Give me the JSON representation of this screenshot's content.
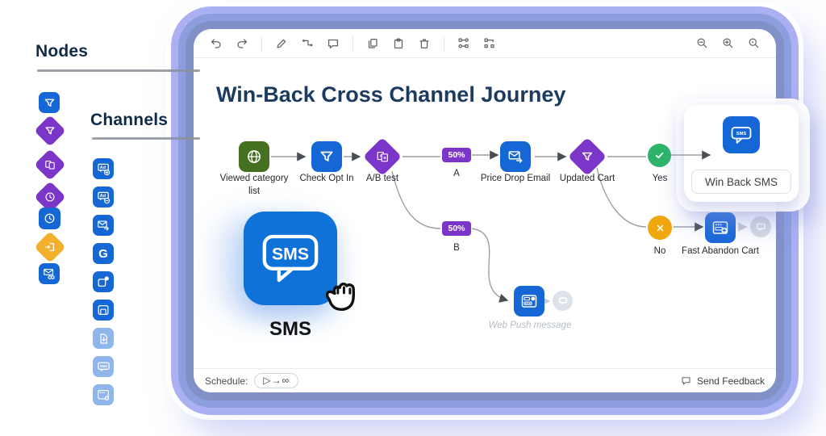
{
  "legend": {
    "nodes_label": "Nodes",
    "channels_label": "Channels"
  },
  "toolbar": {
    "icons": [
      "undo",
      "redo",
      "edit",
      "connector",
      "comment",
      "copy",
      "paste",
      "delete",
      "merge-branch",
      "split-branch"
    ],
    "zoom_icons": [
      "zoom-out",
      "zoom-in",
      "zoom-reset"
    ]
  },
  "canvas": {
    "title": "Win-Back Cross Channel Journey"
  },
  "flow": {
    "nodes": {
      "viewed": {
        "label": "Viewed category list"
      },
      "opt_in": {
        "label": "Check Opt In"
      },
      "ab_test": {
        "label": "A/B test"
      },
      "price_drop": {
        "label": "Price Drop Email"
      },
      "updated_cart": {
        "label": "Updated Cart"
      },
      "yes": {
        "label": "Yes"
      },
      "no": {
        "label": "No"
      },
      "fast_abandon": {
        "label": "Fast Abandon Cart"
      },
      "web_push": {
        "label": "Web Push message"
      },
      "win_back": {
        "label": "Win Back SMS"
      }
    },
    "branches": {
      "a_pct": "50%",
      "b_pct": "50%",
      "a": "A",
      "b": "B"
    }
  },
  "drag": {
    "bubble_text": "SMS",
    "label": "SMS"
  },
  "icon_texts": {
    "ad": "Ad",
    "google": "G",
    "sms": "SMS",
    "a": "A",
    "b": "B"
  },
  "footer": {
    "schedule_label": "Schedule:",
    "schedule_glyphs": "▷→∞",
    "send_feedback": "Send Feedback"
  },
  "colors": {
    "blue": "#1667d6",
    "light_blue": "#8fb6ea",
    "purple": "#7c35c9",
    "green_node": "#45701f",
    "yes_green": "#2db46a",
    "no_amber": "#f0a60d",
    "navy": "#1c3b5e",
    "frame_outer": "#aab0f2",
    "frame_mid": "#8c9ede",
    "frame_inner": "#8191c7"
  }
}
